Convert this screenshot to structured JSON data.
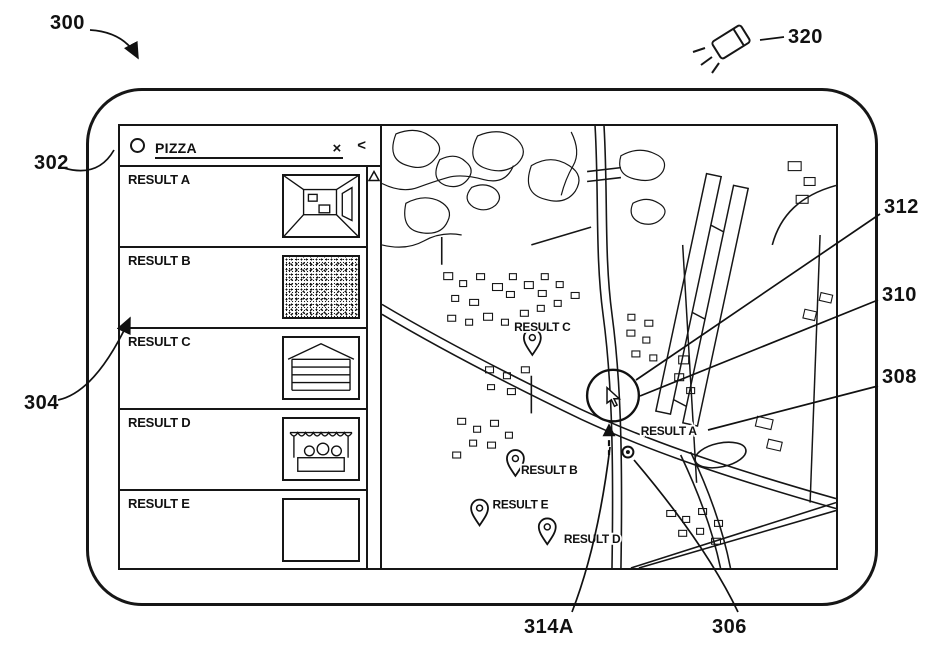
{
  "figure": {
    "refs": {
      "device": "300",
      "projector": "320",
      "search_panel": "302",
      "result_item": "304",
      "cursor": "312",
      "selection_circle": "310",
      "map_label": "308",
      "heading_arrow": "314A",
      "selected_result_pin": "306"
    },
    "search": {
      "query": "PIZZA",
      "close_label": "×",
      "back_label": "<"
    },
    "results": [
      {
        "label": "RESULT A"
      },
      {
        "label": "RESULT B"
      },
      {
        "label": "RESULT C"
      },
      {
        "label": "RESULT D"
      },
      {
        "label": "RESULT E"
      }
    ],
    "map_pins": [
      {
        "label": "RESULT C"
      },
      {
        "label": "RESULT A"
      },
      {
        "label": "RESULT B"
      },
      {
        "label": "RESULT E"
      },
      {
        "label": "RESULT D"
      }
    ]
  }
}
